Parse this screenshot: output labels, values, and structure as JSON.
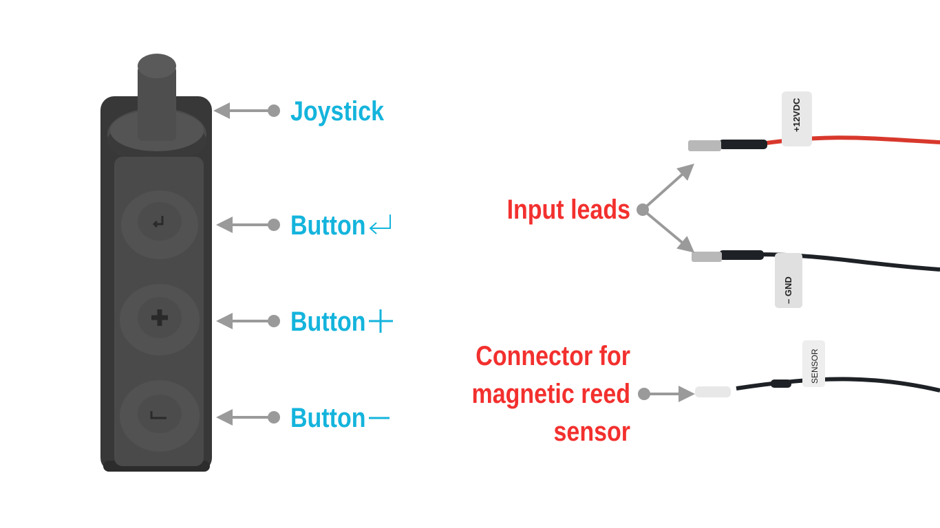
{
  "labels": {
    "joystick": "Joystick",
    "button_enter": "Button",
    "button_plus": "Button",
    "button_minus": "Button",
    "input_leads": "Input leads",
    "connector_line1": "Connector for",
    "connector_line2": "magnetic reed",
    "connector_line3": "sensor"
  },
  "symbols": {
    "enter": "⏎",
    "plus": "+",
    "minus": "–"
  },
  "wire_tags": {
    "positive": "+12VDC",
    "ground": "– GND",
    "sensor": "SENSOR"
  },
  "colors": {
    "label_blue": "#14b4dc",
    "label_red": "#f2302e",
    "arrow": "#9a9a9a",
    "device": "#3d3d3d",
    "wire_red": "#d8382c",
    "wire_black": "#1e2226"
  }
}
